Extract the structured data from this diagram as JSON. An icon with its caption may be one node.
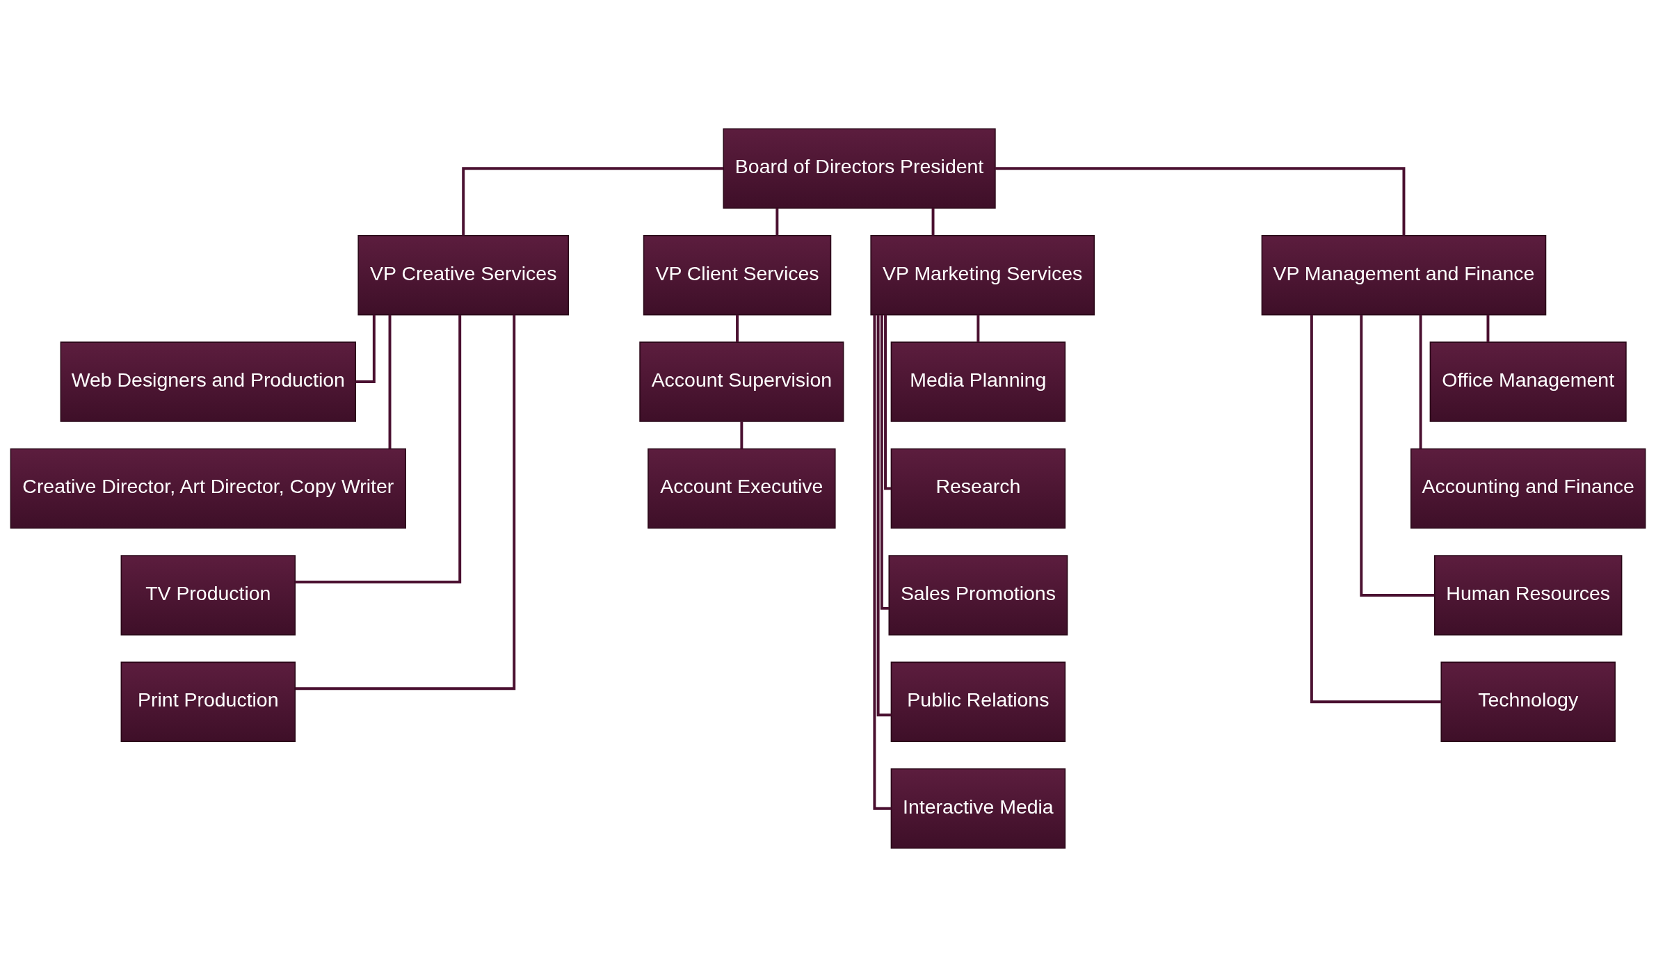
{
  "diagram": {
    "nodes": [
      {
        "text": [
          "Board of Directors President"
        ]
      },
      {
        "text": [
          "VP Creative Services"
        ]
      },
      {
        "text": [
          "VP Client Services"
        ]
      },
      {
        "text": [
          "VP Marketing Services"
        ]
      },
      {
        "text": [
          "VP Management and Finance"
        ]
      },
      {
        "text": [
          "Web Designers and Production"
        ]
      },
      {
        "text": [
          "Creative Director, Art Director, Copy Writer"
        ]
      },
      {
        "text": [
          "TV Production"
        ]
      },
      {
        "text": [
          "Print Production"
        ]
      },
      {
        "text": [
          "Account Supervision"
        ]
      },
      {
        "text": [
          "Account Executive"
        ]
      },
      {
        "text": [
          "Media Planning"
        ]
      },
      {
        "text": [
          "Research"
        ]
      },
      {
        "text": [
          "Sales Promotions"
        ]
      },
      {
        "text": [
          "Public Relations"
        ]
      },
      {
        "text": [
          "Interactive Media"
        ]
      },
      {
        "text": [
          "Office Management"
        ]
      },
      {
        "text": [
          "Accounting and Finance"
        ]
      },
      {
        "text": [
          "Human Resources"
        ]
      },
      {
        "text": [
          "Technology"
        ]
      }
    ],
    "edges": [
      {
        "from": 0,
        "to": 1,
        "arrow": "none"
      },
      {
        "from": 0,
        "to": 2,
        "arrow": "none"
      },
      {
        "from": 0,
        "to": 3,
        "arrow": "none"
      },
      {
        "from": 0,
        "to": 4,
        "arrow": "none"
      },
      {
        "from": 1,
        "to": 5,
        "arrow": "none"
      },
      {
        "from": 1,
        "to": 6,
        "arrow": "none"
      },
      {
        "from": 1,
        "to": 7,
        "arrow": "none"
      },
      {
        "from": 1,
        "to": 8,
        "arrow": "none"
      },
      {
        "from": 2,
        "to": 9,
        "arrow": "none"
      },
      {
        "from": 9,
        "to": 10,
        "arrow": "none"
      },
      {
        "from": 3,
        "to": 11,
        "arrow": "none"
      },
      {
        "from": 3,
        "to": 12,
        "arrow": "none"
      },
      {
        "from": 3,
        "to": 13,
        "arrow": "none"
      },
      {
        "from": 3,
        "to": 14,
        "arrow": "none"
      },
      {
        "from": 3,
        "to": 15,
        "arrow": "none"
      },
      {
        "from": 4,
        "to": 16,
        "arrow": "none"
      },
      {
        "from": 4,
        "to": 17,
        "arrow": "none"
      },
      {
        "from": 4,
        "to": 18,
        "arrow": "none"
      },
      {
        "from": 4,
        "to": 19,
        "arrow": "none"
      }
    ]
  }
}
